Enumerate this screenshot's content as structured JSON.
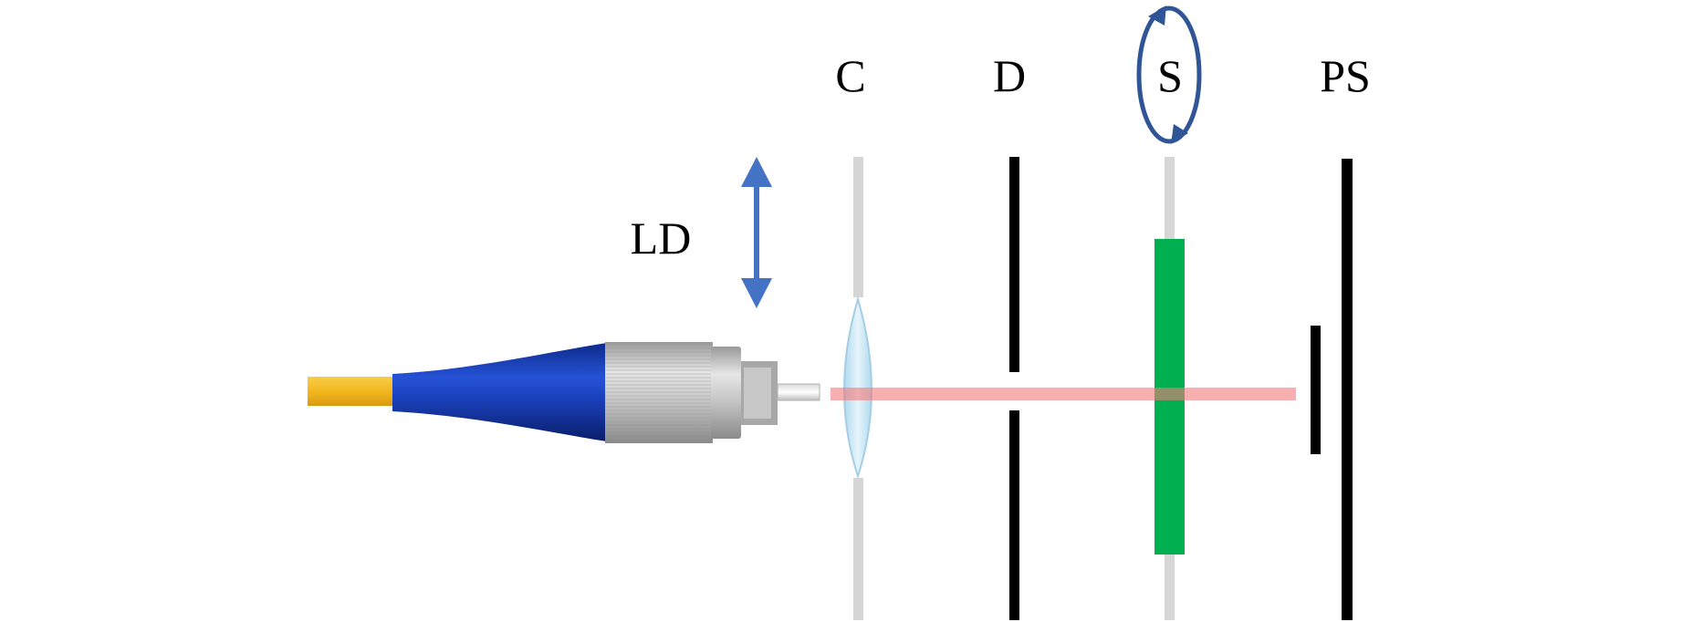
{
  "labels": {
    "collimator": "C",
    "diaphragm": "D",
    "sample": "S",
    "photo_sensor": "PS",
    "laser_diode": "LD"
  },
  "colors": {
    "fiber_jacket": "#f3b81f",
    "fiber_boot": "#1a3fb0",
    "connector_metal": "#c8c8c8",
    "lens": "#cfe9f6",
    "lens_mount": "#d6d6d6",
    "beam": "#f7a8a8",
    "sample": "#00b050",
    "diaphragm": "#000000",
    "arrow": "#4472c4",
    "rotation_arrow": "#2f5597"
  },
  "icons": {
    "translation": "double-arrow-icon",
    "rotation": "rotation-arrows-icon"
  }
}
